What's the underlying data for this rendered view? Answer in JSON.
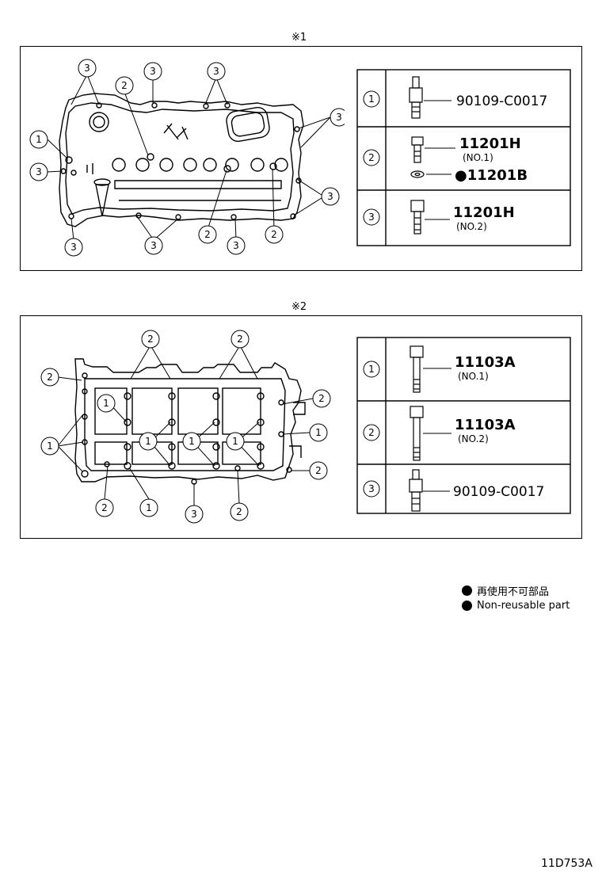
{
  "sections": [
    {
      "mark": "※1",
      "callouts": [
        "1",
        "2",
        "3"
      ],
      "legend": [
        {
          "index": "1",
          "part": "90109-C0017",
          "note": ""
        },
        {
          "index": "2",
          "part": "11201H",
          "note": "(NO.1)",
          "extra_part": "●11201B"
        },
        {
          "index": "3",
          "part": "11201H",
          "note": "(NO.2)"
        }
      ]
    },
    {
      "mark": "※2",
      "callouts": [
        "1",
        "2",
        "3"
      ],
      "legend": [
        {
          "index": "1",
          "part": "11103A",
          "note": "(NO.1)"
        },
        {
          "index": "2",
          "part": "11103A",
          "note": "(NO.2)"
        },
        {
          "index": "3",
          "part": "90109-C0017",
          "note": ""
        }
      ]
    }
  ],
  "key": [
    {
      "symbol": "●",
      "text": "再使用不可部品"
    },
    {
      "symbol": "●",
      "text": "Non-reusable part"
    }
  ],
  "drawing_code": "11D753A",
  "colors": {
    "ink": "#000000",
    "paper": "#ffffff"
  }
}
